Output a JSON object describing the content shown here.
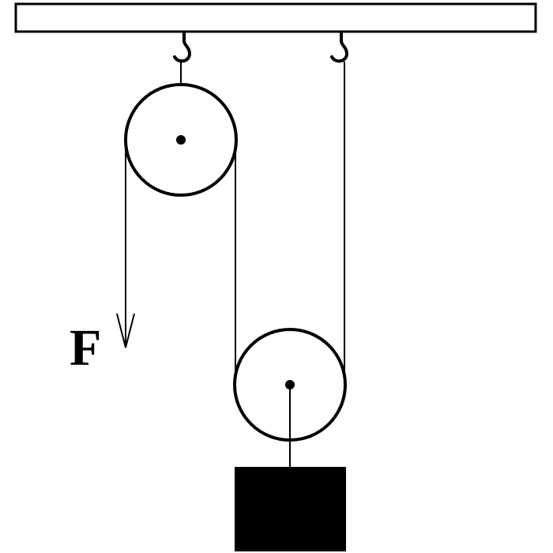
{
  "diagram": {
    "force_label": "F",
    "colors": {
      "ink": "#000000",
      "ceiling_fill": "#ffffff",
      "background": "#ffffff"
    },
    "components": {
      "ceiling": "ceiling-bar",
      "fixed_pulley": "fixed-pulley",
      "movable_pulley": "movable-pulley",
      "load": "load-block",
      "hooks": [
        "hook-left",
        "hook-right"
      ],
      "arrow": "force-arrow"
    }
  }
}
